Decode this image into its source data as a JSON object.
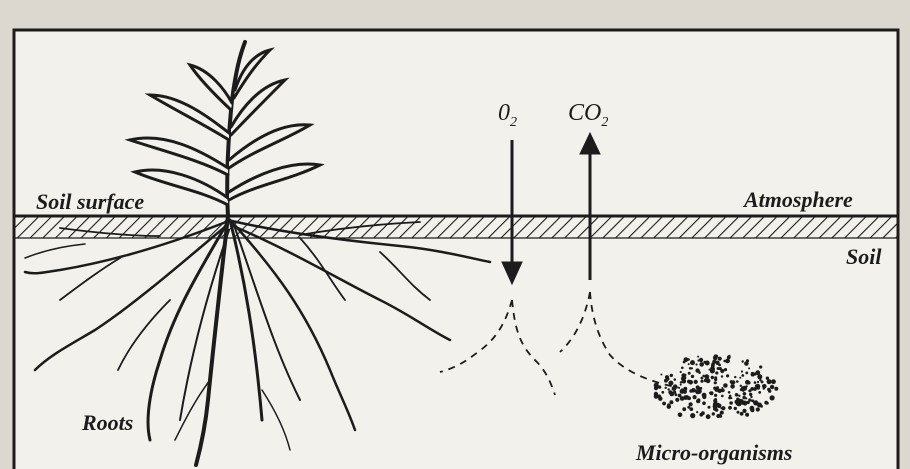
{
  "labels": {
    "soil_surface": "Soil surface",
    "atmosphere": "Atmosphere",
    "soil": "Soil",
    "roots": "Roots",
    "micro_organisms": "Micro-organisms"
  },
  "gases": {
    "oxygen": {
      "symbol": "0",
      "subscript": "2",
      "direction": "down"
    },
    "carbon_dioxide": {
      "symbol": "CO",
      "subscript": "2",
      "direction": "up"
    }
  },
  "colors": {
    "paper": "#f3f1ec",
    "ink": "#1c1c1c",
    "background_page": "#dcd8d0"
  }
}
